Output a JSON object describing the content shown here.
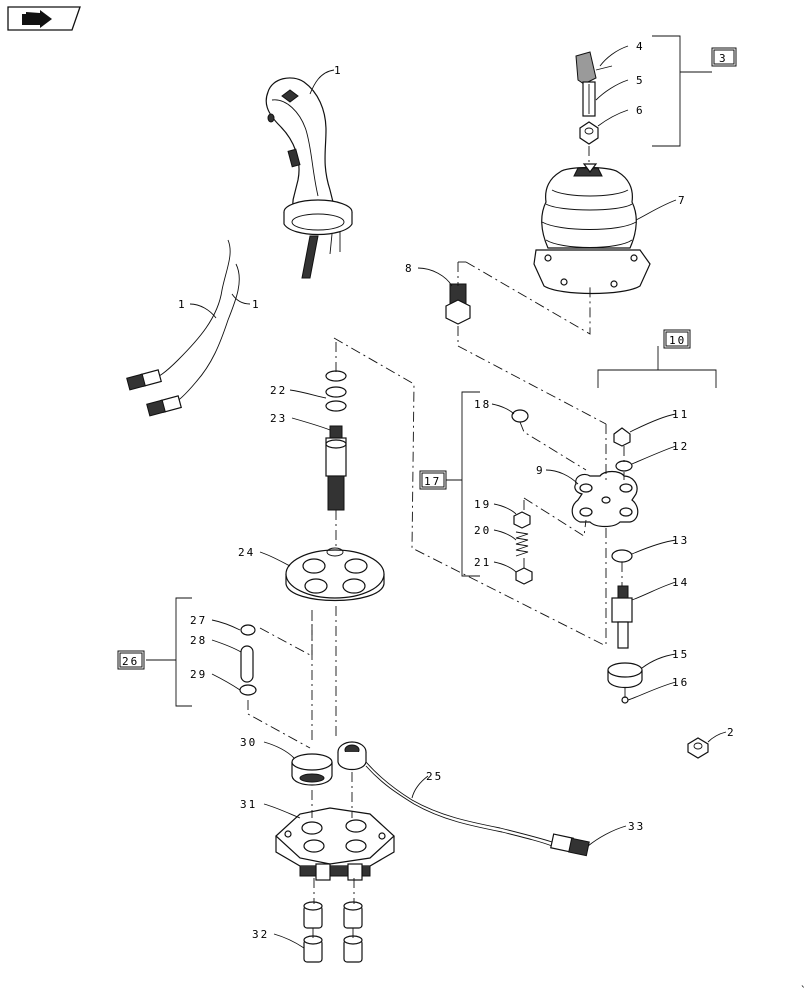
{
  "nav_icon": "forward-arrow-icon",
  "callouts": {
    "c1a": "1",
    "c1b": "1",
    "c1c": "1",
    "c2": "2",
    "c3": "3",
    "c4": "4",
    "c5": "5",
    "c6": "6",
    "c7": "7",
    "c8": "8",
    "c9": "9",
    "c10": "10",
    "c11": "11",
    "c12": "12",
    "c13": "13",
    "c14": "14",
    "c15": "15",
    "c16": "16",
    "c17": "17",
    "c18": "18",
    "c19": "19",
    "c20": "20",
    "c21": "21",
    "c22": "22",
    "c23": "23",
    "c24": "24",
    "c25": "25",
    "c26": "26",
    "c27": "27",
    "c28": "28",
    "c29": "29",
    "c30": "30",
    "c31": "31",
    "c32": "32",
    "c33": "33"
  },
  "corner_mark": "`"
}
